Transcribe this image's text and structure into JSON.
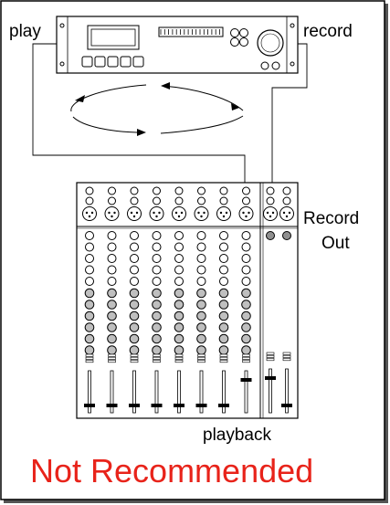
{
  "labels": {
    "play": "play",
    "record": "record",
    "record_out_line1": "Record",
    "record_out_line2": "Out",
    "playback": "playback",
    "verdict": "Not Recommended"
  },
  "colors": {
    "line": "#000000",
    "panel": "#ffffff",
    "knob_gray": "#bfbfbf",
    "knob_dark": "#909090",
    "verdict": "#e8231a",
    "shadow": "#555555"
  },
  "mixer": {
    "input_channels": 8,
    "record_out_channels": 2,
    "white_knobs_per_channel": 5,
    "gray_knobs_per_channel": 6
  },
  "recorder": {
    "transport_buttons": 5,
    "function_buttons": 4
  },
  "icons": {
    "xlr_jack": "xlr-connector-icon",
    "fader": "fader-icon",
    "knob": "knob-icon",
    "jog_wheel": "jog-wheel-icon"
  }
}
